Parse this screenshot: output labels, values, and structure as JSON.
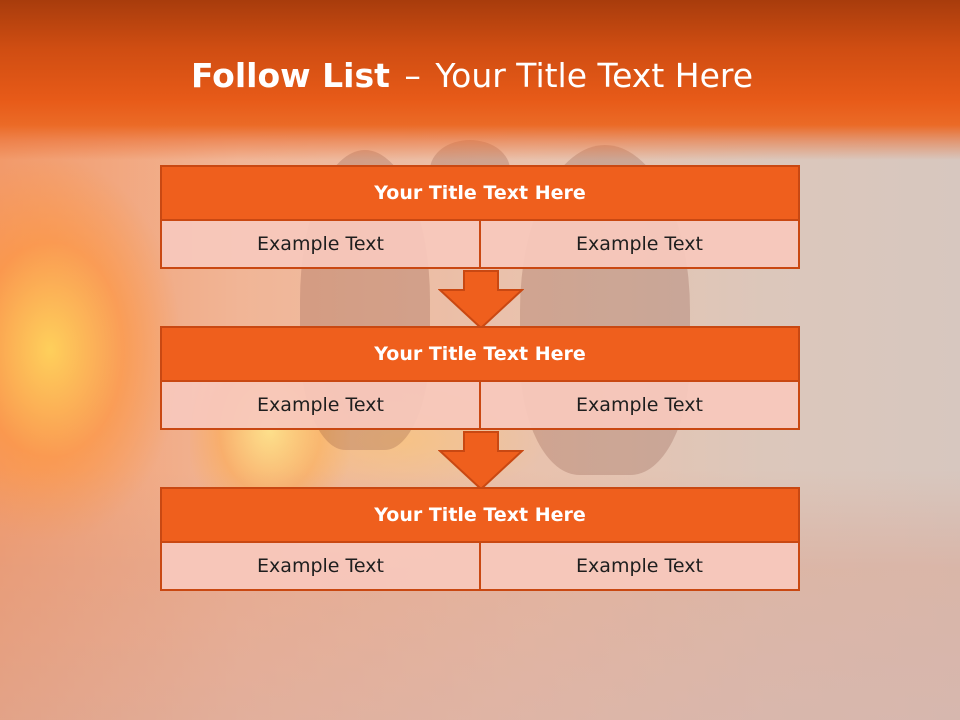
{
  "slide": {
    "title_bold": "Follow List",
    "title_dash": "–",
    "title_rest": "Your Title Text Here"
  },
  "colors": {
    "header": "#e75a18",
    "block_title": "#ef5f1d",
    "border": "#c94812",
    "cell": "#f8c8bc",
    "arrow": "#ef5f1d"
  },
  "blocks": [
    {
      "title": "Your Title Text Here",
      "cells": [
        "Example Text",
        "Example Text"
      ]
    },
    {
      "title": "Your Title Text Here",
      "cells": [
        "Example Text",
        "Example Text"
      ]
    },
    {
      "title": "Your Title Text Here",
      "cells": [
        "Example Text",
        "Example Text"
      ]
    }
  ],
  "arrows": [
    {
      "icon": "down-arrow-icon"
    },
    {
      "icon": "down-arrow-icon"
    }
  ]
}
